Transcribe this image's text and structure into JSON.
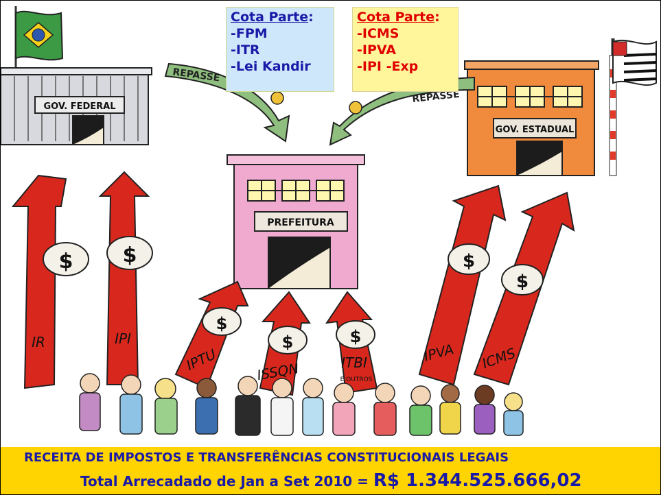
{
  "cota_federal": {
    "title": "Cota Parte",
    "colon": ":",
    "items": [
      "-FPM",
      "-ITR",
      "-Lei Kandir"
    ]
  },
  "cota_estadual": {
    "title": "Cota Parte",
    "colon": ":",
    "items": [
      "-ICMS",
      "-IPVA",
      "-IPI -Exp"
    ]
  },
  "buildings": {
    "federal": "GOV. FEDERAL",
    "estadual": "GOV. ESTADUAL",
    "prefeitura": "PREFEITURA"
  },
  "repasse": [
    "REPASSE",
    "REPASSE"
  ],
  "arrows": [
    "IR",
    "IPI",
    "IPTU",
    "ISSQN",
    "ITBI",
    "IPVA",
    "ICMS"
  ],
  "itbi_sub": "E OUTROS",
  "bag_symbol": "$",
  "footer": {
    "line1": "RECEITA DE IMPOSTOS E TRANSFERÊNCIAS CONSTITUCIONAIS LEGAIS",
    "line2_prefix": "Total Arrecadado de Jan a Set 2010 = ",
    "amount": "R$ 1.344.525.666,02"
  },
  "colors": {
    "arrow": "#d8281e",
    "footer_bg": "#ffd400",
    "footer_text": "#1a1aa8"
  }
}
